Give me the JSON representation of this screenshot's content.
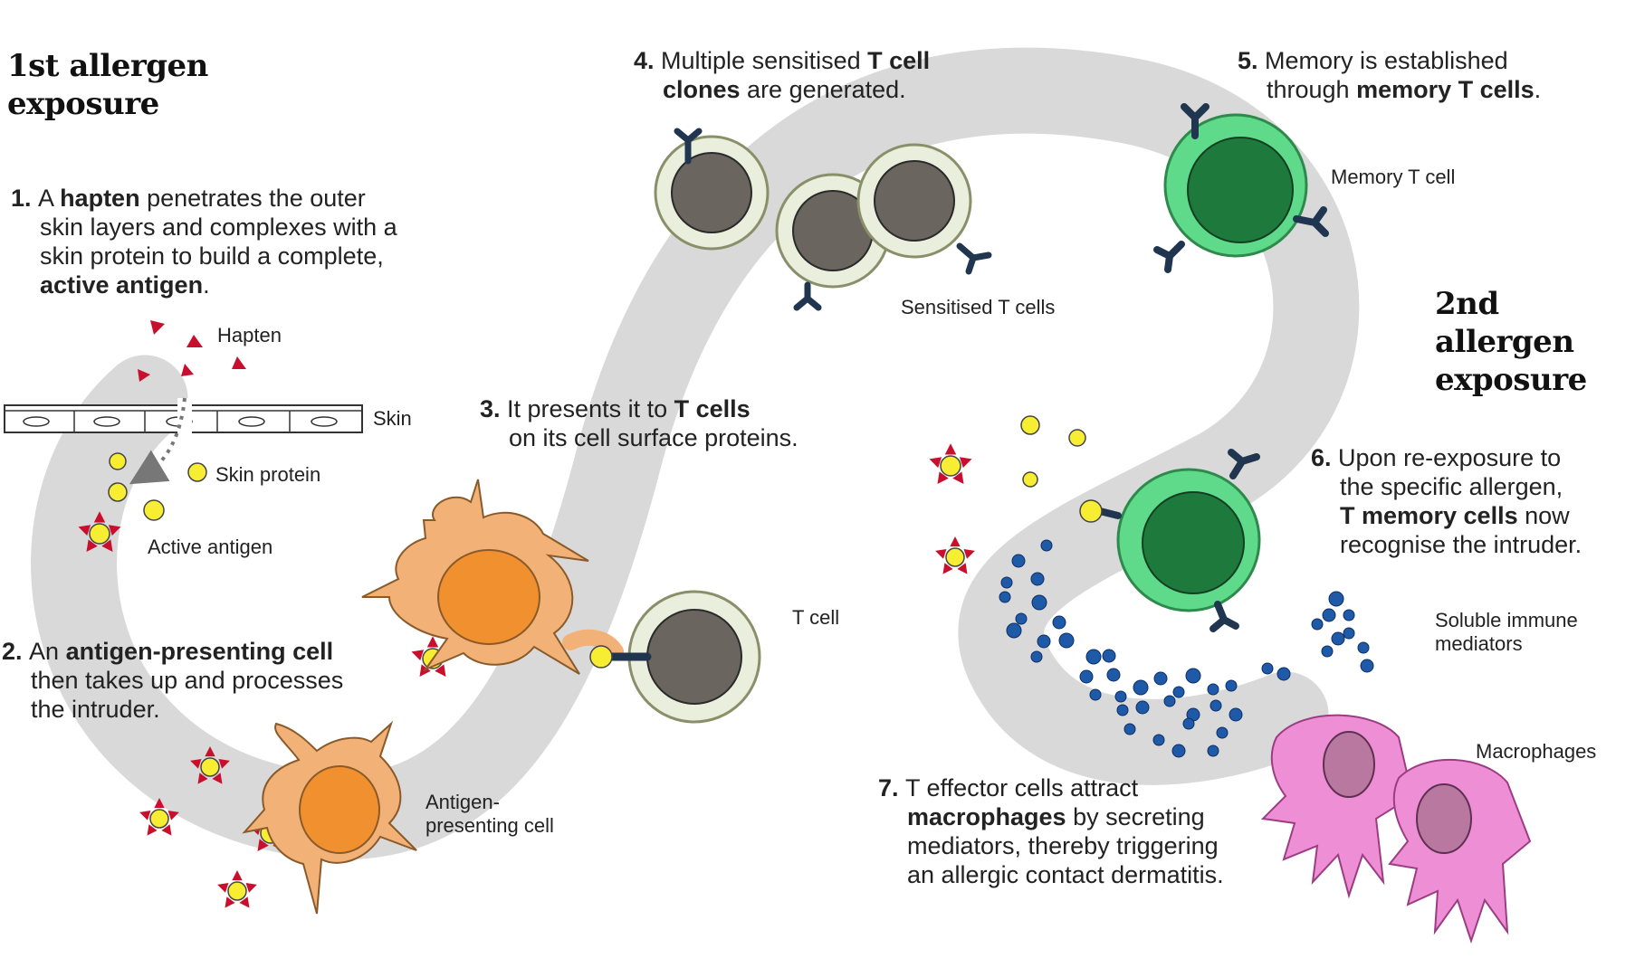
{
  "headings": {
    "first": [
      "1st allergen",
      "exposure"
    ],
    "second": [
      "2nd allergen",
      "exposure"
    ]
  },
  "steps": [
    {
      "num": "1.",
      "lines": [
        [
          {
            "t": "A "
          },
          {
            "t": "hapten",
            "b": true
          },
          {
            "t": " penetrates the outer"
          }
        ],
        [
          {
            "t": "skin layers and complexes with a"
          }
        ],
        [
          {
            "t": "skin protein to build a complete,"
          }
        ],
        [
          {
            "t": "active antigen",
            "b": true
          },
          {
            "t": "."
          }
        ]
      ]
    },
    {
      "num": "2.",
      "lines": [
        [
          {
            "t": "An "
          },
          {
            "t": "antigen-presenting cell",
            "b": true
          }
        ],
        [
          {
            "t": "then takes up and processes"
          }
        ],
        [
          {
            "t": "the intruder."
          }
        ]
      ]
    },
    {
      "num": "3.",
      "lines": [
        [
          {
            "t": "It presents it to "
          },
          {
            "t": "T cells",
            "b": true
          }
        ],
        [
          {
            "t": "on its cell surface proteins."
          }
        ]
      ]
    },
    {
      "num": "4.",
      "lines": [
        [
          {
            "t": "Multiple sensitised "
          },
          {
            "t": "T cell",
            "b": true
          }
        ],
        [
          {
            "t": "clones",
            "b": true
          },
          {
            "t": " are generated."
          }
        ]
      ]
    },
    {
      "num": "5.",
      "lines": [
        [
          {
            "t": "Memory is established"
          }
        ],
        [
          {
            "t": "through "
          },
          {
            "t": "memory T cells",
            "b": true
          },
          {
            "t": "."
          }
        ]
      ]
    },
    {
      "num": "6.",
      "lines": [
        [
          {
            "t": "Upon re-exposure to"
          }
        ],
        [
          {
            "t": "the specific allergen,"
          }
        ],
        [
          {
            "t": "T memory cells",
            "b": true
          },
          {
            "t": " now"
          }
        ],
        [
          {
            "t": "recognise the intruder."
          }
        ]
      ]
    },
    {
      "num": "7.",
      "lines": [
        [
          {
            "t": "T effector cells attract"
          }
        ],
        [
          {
            "t": "macrophages",
            "b": true
          },
          {
            "t": " by secreting"
          }
        ],
        [
          {
            "t": "mediators, thereby triggering"
          }
        ],
        [
          {
            "t": "an allergic contact dermatitis."
          }
        ]
      ]
    }
  ],
  "labels": {
    "hapten": "Hapten",
    "skin": "Skin",
    "skin_protein": "Skin protein",
    "active_antigen": "Active antigen",
    "t_cell": "T cell",
    "sensitised_t_cells": "Sensitised T cells",
    "memory_t_cell": "Memory T cell",
    "soluble_mediators": [
      "Soluble immune",
      "mediators"
    ],
    "macrophages": "Macrophages",
    "apc": [
      "Antigen-",
      "presenting cell"
    ]
  },
  "colors": {
    "pathway": "#d9d9d9",
    "hapten": "#c8102e",
    "skin_protein": "#f7ee33",
    "apc_body": "#f2b277",
    "apc_nucleus": "#f0902e",
    "t_cell_body": "#e9eedd",
    "t_cell_nucleus": "#6b6560",
    "memory_cell_body": "#5fd98a",
    "memory_cell_nucleus": "#1e7a3c",
    "receptor": "#1f3550",
    "mediator": "#1f5aa8",
    "macrophage_body": "#ee8fd6",
    "macrophage_nucleus": "#b9789f"
  },
  "icons": [
    "hapten-triangle-icon",
    "skin-protein-dot-icon",
    "active-antigen-icon",
    "antigen-presenting-cell-icon",
    "t-cell-icon",
    "memory-t-cell-icon",
    "receptor-icon",
    "mediator-dot-icon",
    "macrophage-icon"
  ]
}
